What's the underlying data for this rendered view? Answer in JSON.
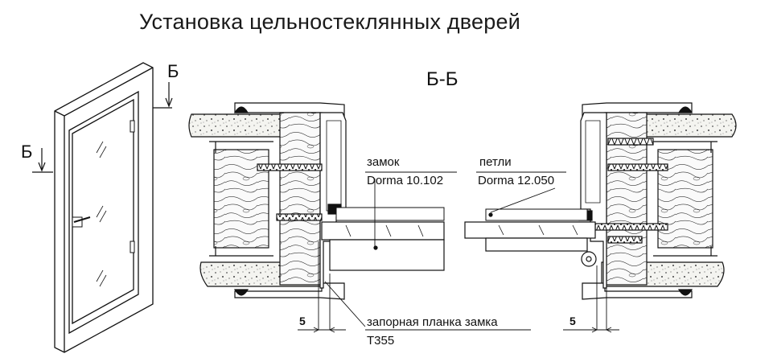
{
  "title": "Установка цельностеклянных дверей",
  "section": {
    "mark_letter": "Б",
    "section_title": "Б-Б"
  },
  "labels": {
    "lock_word": "замок",
    "lock_model": "Dorma 10.102",
    "hinge_word": "петли",
    "hinge_model": "Dorma 12.050",
    "strike_plate": "запорная планка замка",
    "strike_model": "Т355",
    "gap_left": "5",
    "gap_right": "5"
  }
}
